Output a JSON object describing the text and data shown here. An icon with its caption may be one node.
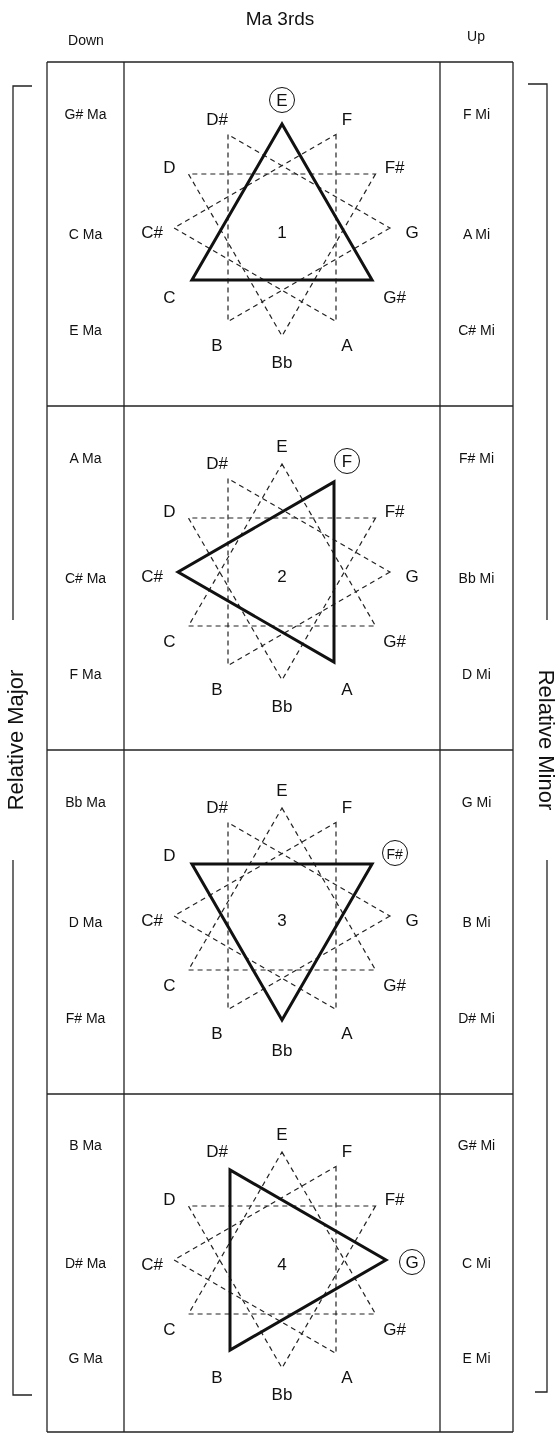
{
  "diagram": {
    "title": "Ma 3rds",
    "nodes": [
      {
        "text": [
          "E"
        ]
      },
      {
        "text": [
          "F"
        ]
      },
      {
        "text": [
          "F#"
        ]
      },
      {
        "text": [
          "G"
        ]
      }
    ],
    "labels": [
      "Down",
      "Up",
      "Relative Major",
      "Relative Minor",
      "G# Ma",
      "C Ma",
      "E Ma",
      "F Mi",
      "A Mi",
      "C# Mi",
      "1",
      "F",
      "F#",
      "G",
      "G#",
      "A",
      "Bb",
      "B",
      "C",
      "C#",
      "D",
      "D#",
      "A Ma",
      "C# Ma",
      "F Ma",
      "F# Mi",
      "Bb Mi",
      "D Mi",
      "2",
      "E",
      "F#",
      "G",
      "G#",
      "A",
      "Bb",
      "B",
      "C",
      "C#",
      "D",
      "D#",
      "Bb Ma",
      "D Ma",
      "F# Ma",
      "G Mi",
      "B Mi",
      "D# Mi",
      "3",
      "E",
      "F",
      "G",
      "G#",
      "A",
      "Bb",
      "B",
      "C",
      "C#",
      "D",
      "D#",
      "B Ma",
      "D# Ma",
      "G Ma",
      "G# Mi",
      "C Mi",
      "E Mi",
      "4",
      "E",
      "F",
      "F#",
      "G#",
      "A",
      "Bb",
      "B",
      "C",
      "C#",
      "D",
      "D#"
    ]
  }
}
